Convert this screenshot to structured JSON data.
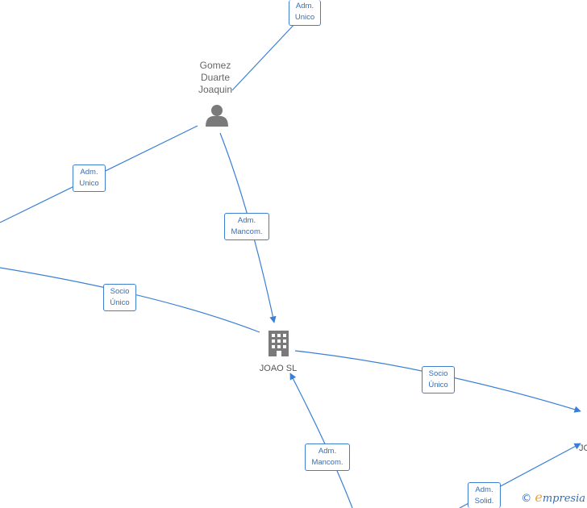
{
  "colors": {
    "edge": "#3a7fd5",
    "icon": "#7a7a7a",
    "label": "#666666"
  },
  "nodes": {
    "person": {
      "label_lines": [
        "Gomez",
        "Duarte",
        "Joaquin"
      ],
      "icon": "person-icon"
    },
    "company": {
      "label": "JOAO SL",
      "icon": "building-icon"
    },
    "edge_company_partial": {
      "label": "JO"
    }
  },
  "relations": {
    "top": [
      "Adm.",
      "Unico"
    ],
    "left_upper": [
      "Adm.",
      "Unico"
    ],
    "person_to_company": [
      "Adm.",
      "Mancom."
    ],
    "left_lower": [
      "Socio",
      "Único"
    ],
    "company_right": [
      "Socio",
      "Único"
    ],
    "bottom": [
      "Adm.",
      "Mancom."
    ],
    "bottom_right": [
      "Adm.",
      "Solid."
    ]
  },
  "watermark": {
    "copyright": "©",
    "brand_initial": "e",
    "brand_rest": "mpresia"
  }
}
